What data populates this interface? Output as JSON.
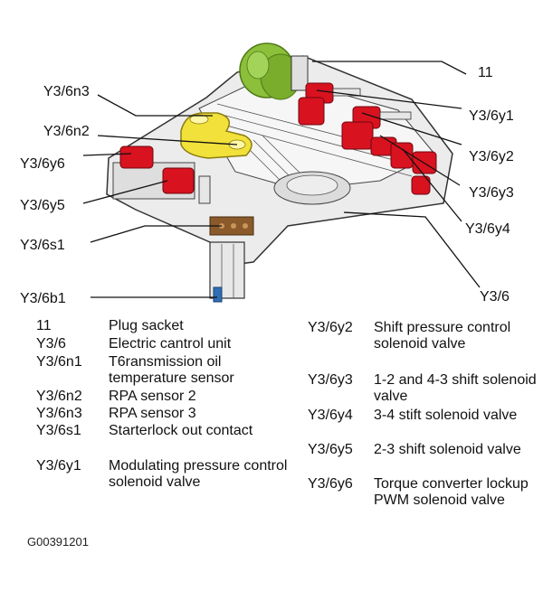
{
  "callouts": {
    "c11": "11",
    "y3_6n3": "Y3/6n3",
    "y3_6n2": "Y3/6n2",
    "y3_6y6": "Y3/6y6",
    "y3_6y5": "Y3/6y5",
    "y3_6s1": "Y3/6s1",
    "y3_6b1": "Y3/6b1",
    "y3_6y1": "Y3/6y1",
    "y3_6y2": "Y3/6y2",
    "y3_6y3": "Y3/6y3",
    "y3_6y4": "Y3/6y4",
    "y3_6": "Y3/6"
  },
  "legend_left": [
    {
      "code": "11",
      "desc": "Plug sacket"
    },
    {
      "code": "Y3/6",
      "desc": "Electric cantrol unit"
    },
    {
      "code": "Y3/6n1",
      "desc": "T6ransmission oil temperature sensor"
    },
    {
      "code": "Y3/6n2",
      "desc": "RPA sensor 2"
    },
    {
      "code": "Y3/6n3",
      "desc": "RPA sensor 3"
    },
    {
      "code": "Y3/6s1",
      "desc": "Starterlock out contact"
    },
    {
      "code": "Y3/6y1",
      "desc": "Modulating pressure control solenoid valve"
    }
  ],
  "legend_right": [
    {
      "code": "Y3/6y2",
      "desc": "Shift pressure control solenoid valve"
    },
    {
      "code": "Y3/6y3",
      "desc": "1-2 and 4-3 shift solenoid valve"
    },
    {
      "code": "Y3/6y4",
      "desc": "3-4 stift solenoid valve"
    },
    {
      "code": "Y3/6y5",
      "desc": "2-3 shift solenoid valve"
    },
    {
      "code": "Y3/6y6",
      "desc": "Torque converter lockup PWM solenoid valve"
    }
  ],
  "figure_id": "G00391201",
  "colors": {
    "solenoid_red": "#d8121f",
    "sensor_yellow": "#f2e13a",
    "plug_green": "#8cbf3a",
    "contact_brown": "#8a5a2b",
    "sensor_blue": "#2f6fb5",
    "body_grey": "#e8e8e8",
    "outline": "#333333"
  }
}
